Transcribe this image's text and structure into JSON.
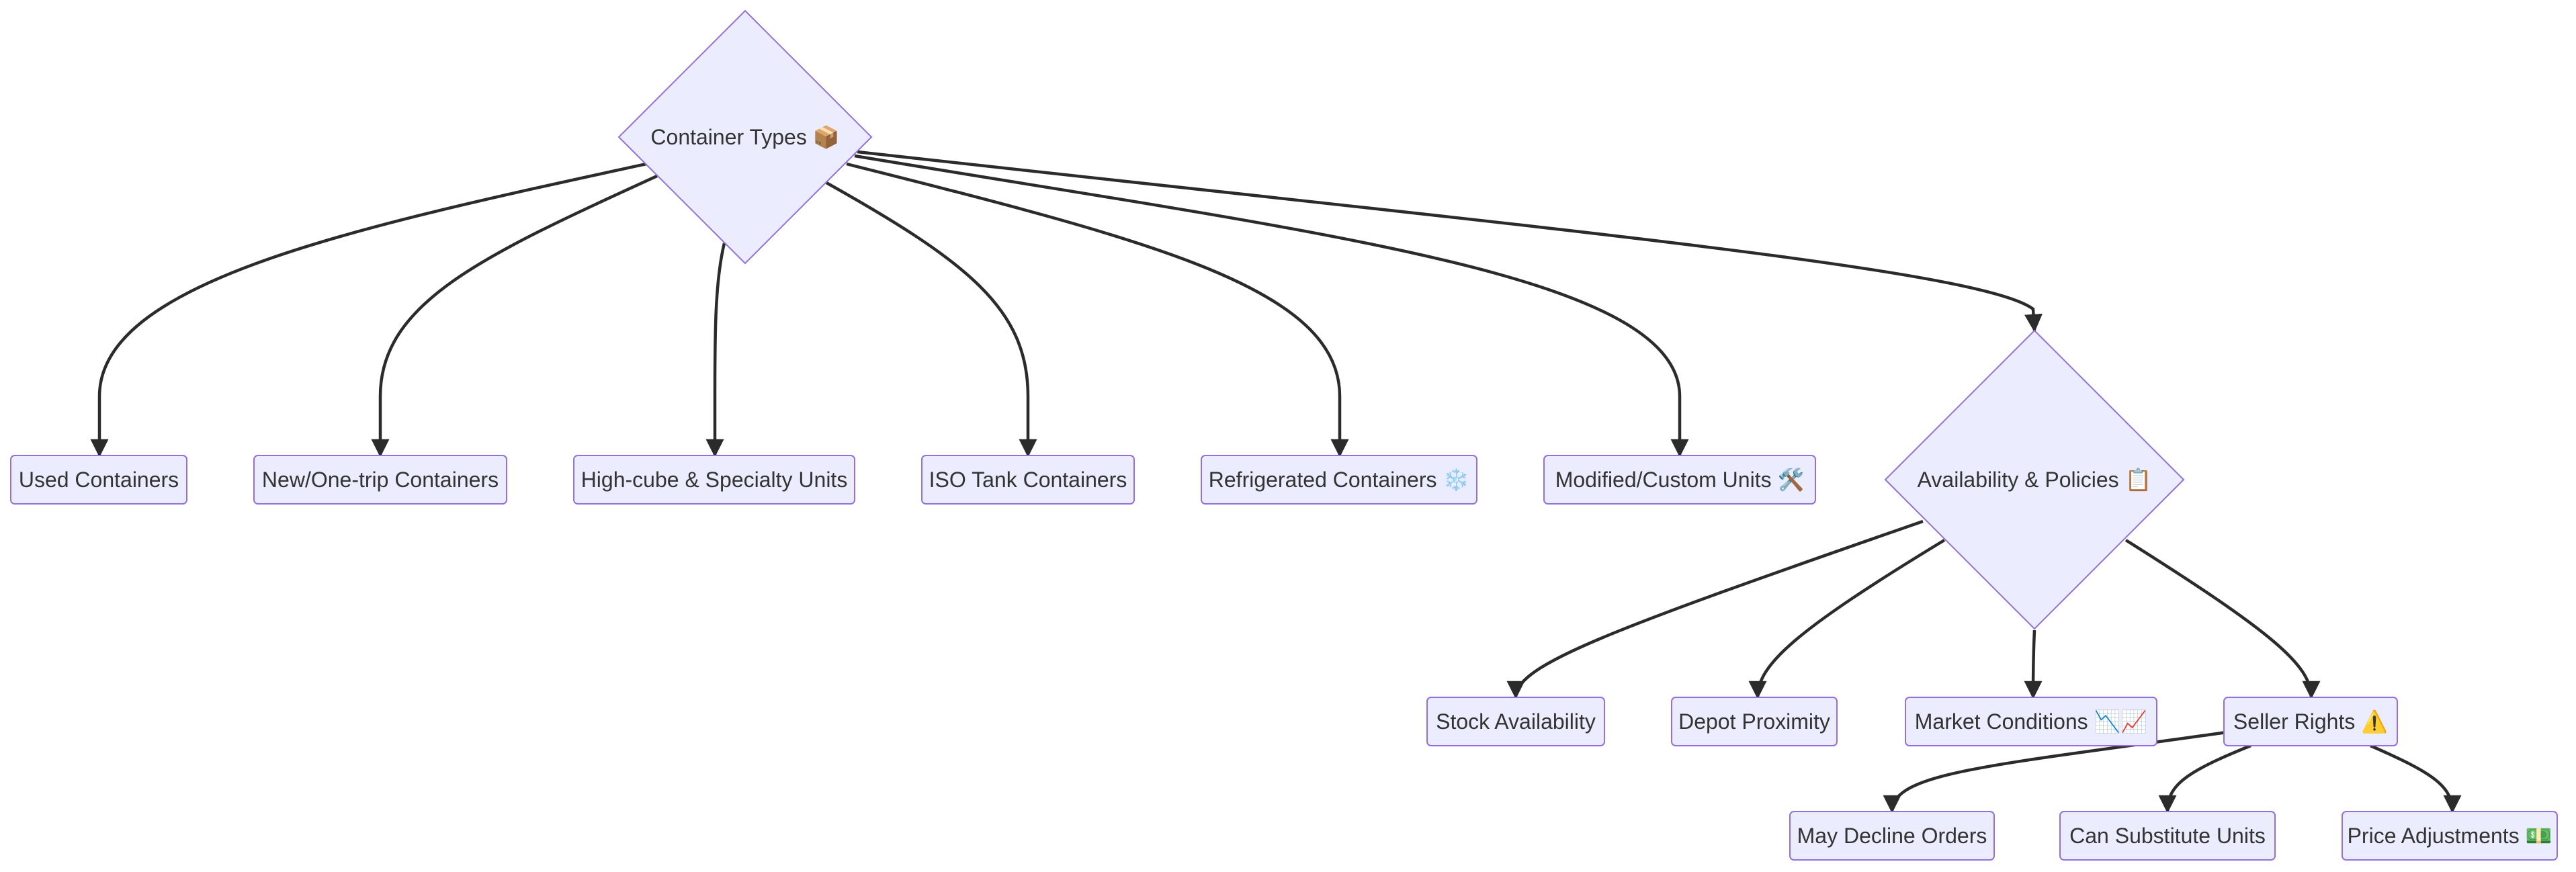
{
  "diagram": {
    "nodes": [
      {
        "id": "types",
        "label": "Container Types 📦",
        "shape": "diamond"
      },
      {
        "id": "used",
        "label": "Used Containers",
        "shape": "rect"
      },
      {
        "id": "new",
        "label": "New/One-trip Containers",
        "shape": "rect"
      },
      {
        "id": "highcube",
        "label": "High-cube & Specialty Units",
        "shape": "rect"
      },
      {
        "id": "iso",
        "label": "ISO Tank Containers",
        "shape": "rect"
      },
      {
        "id": "reefer",
        "label": "Refrigerated Containers ❄️",
        "shape": "rect"
      },
      {
        "id": "modified",
        "label": "Modified/Custom Units 🛠️",
        "shape": "rect"
      },
      {
        "id": "avail",
        "label": "Availability & Policies 📋",
        "shape": "diamond"
      },
      {
        "id": "stock",
        "label": "Stock Availability",
        "shape": "rect"
      },
      {
        "id": "depot",
        "label": "Depot Proximity",
        "shape": "rect"
      },
      {
        "id": "market",
        "label": "Market Conditions 📉📈",
        "shape": "rect"
      },
      {
        "id": "seller",
        "label": "Seller Rights ⚠️",
        "shape": "rect"
      },
      {
        "id": "decline",
        "label": "May Decline Orders",
        "shape": "rect"
      },
      {
        "id": "substitute",
        "label": "Can Substitute Units",
        "shape": "rect"
      },
      {
        "id": "price",
        "label": "Price Adjustments 💵",
        "shape": "rect"
      }
    ],
    "edges": [
      {
        "from": "types",
        "to": "used"
      },
      {
        "from": "types",
        "to": "new"
      },
      {
        "from": "types",
        "to": "highcube"
      },
      {
        "from": "types",
        "to": "iso"
      },
      {
        "from": "types",
        "to": "reefer"
      },
      {
        "from": "types",
        "to": "modified"
      },
      {
        "from": "types",
        "to": "avail"
      },
      {
        "from": "avail",
        "to": "stock"
      },
      {
        "from": "avail",
        "to": "depot"
      },
      {
        "from": "avail",
        "to": "market"
      },
      {
        "from": "avail",
        "to": "seller"
      },
      {
        "from": "seller",
        "to": "decline"
      },
      {
        "from": "seller",
        "to": "substitute"
      },
      {
        "from": "seller",
        "to": "price"
      }
    ],
    "colors": {
      "node_fill": "#ececff",
      "node_stroke": "#9370db",
      "edge": "#2b2b2b",
      "text": "#333333"
    }
  }
}
